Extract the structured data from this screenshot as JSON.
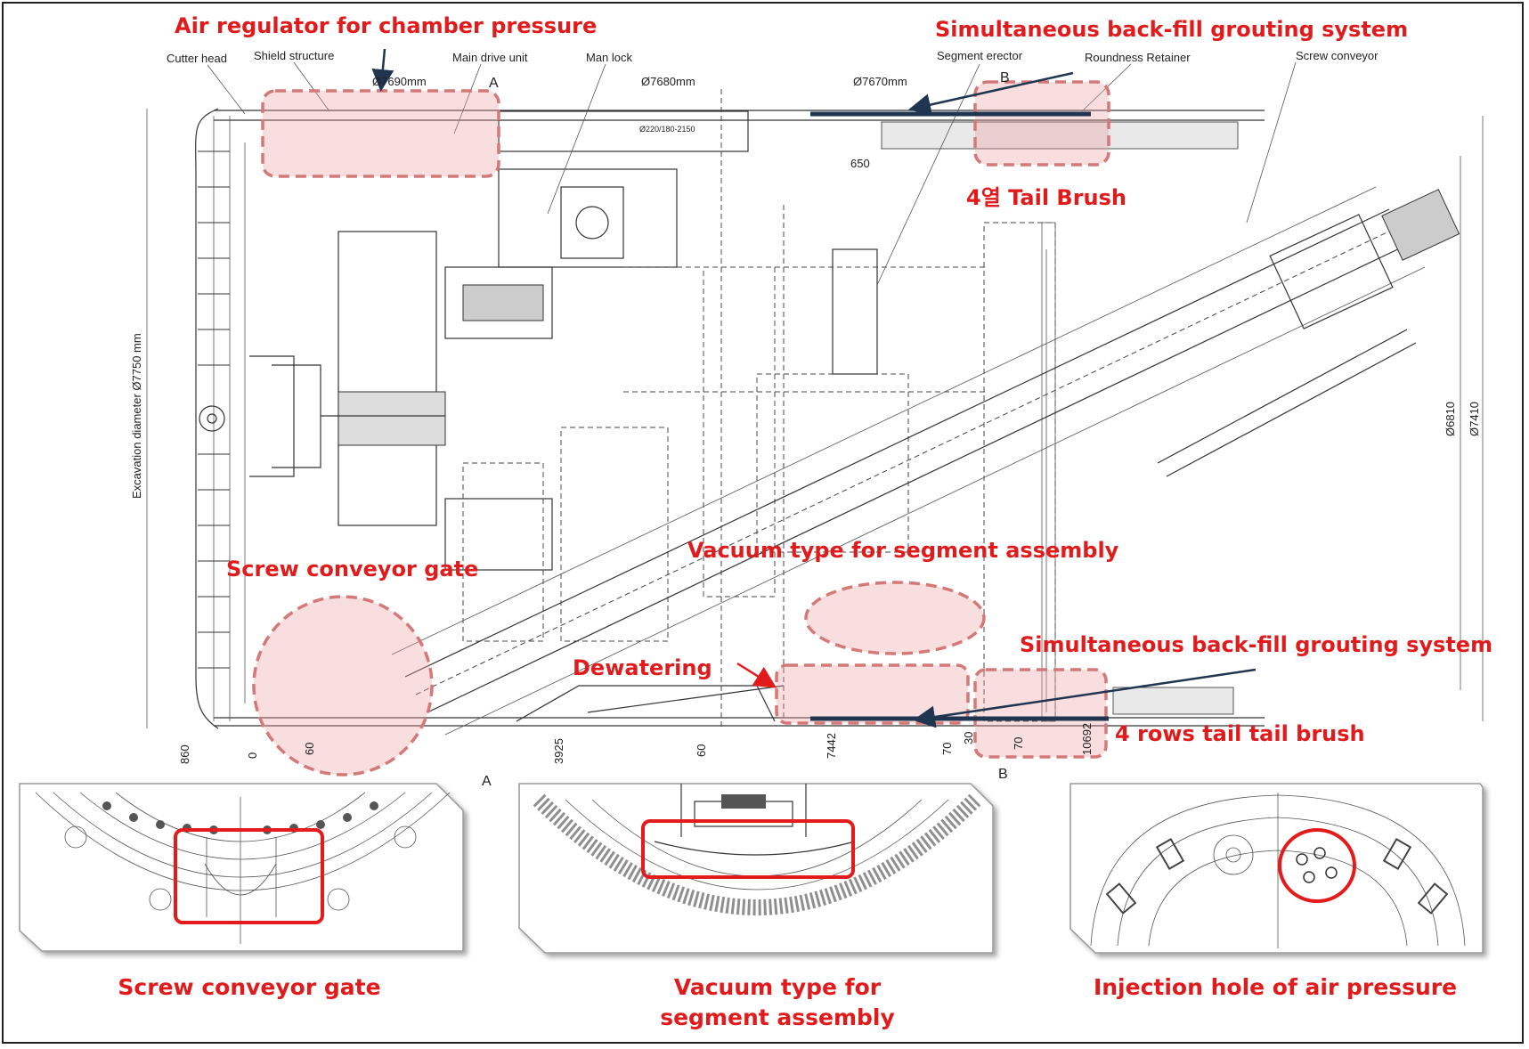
{
  "labels": {
    "air_regulator": "Air regulator for chamber pressure",
    "grouting_top": "Simultaneous back-fill grouting system",
    "tail_brush_top": "4열 Tail Brush",
    "screw_gate_main": "Screw conveyor gate",
    "vacuum_main": "Vacuum type for segment assembly",
    "grouting_bottom": "Simultaneous back-fill grouting system",
    "dewatering": "Dewatering",
    "tail_brush_bottom": "4 rows tail tail brush"
  },
  "drawing_labels": {
    "cutter_head": "Cutter head",
    "shield_structure": "Shield structure",
    "main_drive_unit": "Main drive unit",
    "man_lock": "Man lock",
    "segment_erector": "Segment erector",
    "roundness_retainer": "Roundness Retainer",
    "screw_conveyor": "Screw conveyor",
    "excavation_diameter": "Excavation diameter Ø7750 mm"
  },
  "dimensions": {
    "d1": "Ø7690mm",
    "d2": "Ø7680mm",
    "d3": "Ø7670mm",
    "d4": "650",
    "d5": "Ø6810",
    "d6": "Ø7410",
    "d7": "Ø220/180-2150",
    "b1": "860",
    "b2": "0",
    "b3": "60",
    "b4": "3925",
    "b5": "60",
    "b6": "7442",
    "b7": "70",
    "b8": "30",
    "b9": "70",
    "b10": "10692"
  },
  "section_marks": {
    "a": "A",
    "b": "B"
  },
  "captions": {
    "screw_gate": "Screw conveyor gate",
    "vacuum_line1": "Vacuum type for",
    "vacuum_line2": "segment assembly",
    "injection": "Injection hole of air pressure"
  },
  "colors": {
    "annotation_red": "#e11b1b",
    "highlight_fill": "#f2c9c9",
    "grout_line": "#1f3550"
  }
}
